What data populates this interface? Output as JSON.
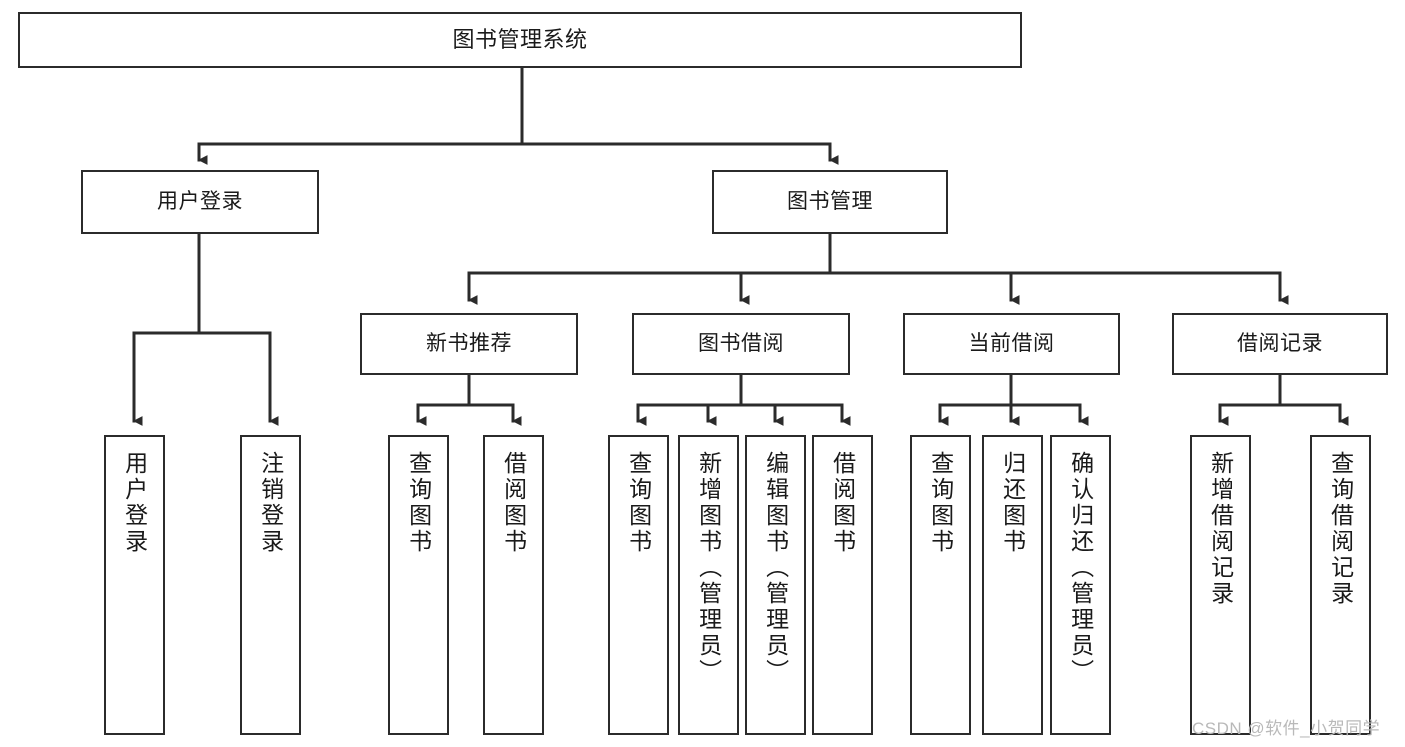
{
  "diagram": {
    "title": "图书管理系统",
    "type": "tree-hierarchy-chart",
    "watermark": "CSDN @软件_小贺同学",
    "style": {
      "stroke": "#2b2b2b",
      "fill": "#ffffff",
      "background": "#ffffff",
      "watermark_color": "#b9b9b9"
    },
    "nodes": {
      "root": {
        "label": "图书管理系统"
      },
      "level2": [
        {
          "id": "user-login",
          "label": "用户登录"
        },
        {
          "id": "book-manage",
          "label": "图书管理"
        }
      ],
      "level3": [
        {
          "id": "new-book-rec",
          "label": "新书推荐"
        },
        {
          "id": "book-borrow",
          "label": "图书借阅"
        },
        {
          "id": "current-borrow",
          "label": "当前借阅"
        },
        {
          "id": "borrow-record",
          "label": "借阅记录"
        }
      ],
      "leaves": [
        {
          "id": "leaf-user-login",
          "label": "用户登录",
          "parent": "user-login"
        },
        {
          "id": "leaf-user-logout",
          "label": "注销登录",
          "parent": "user-login"
        },
        {
          "id": "leaf-query-book-1",
          "label": "查询图书",
          "parent": "new-book-rec"
        },
        {
          "id": "leaf-borrow-book-1",
          "label": "借阅图书",
          "parent": "new-book-rec"
        },
        {
          "id": "leaf-query-book-2",
          "label": "查询图书",
          "parent": "book-borrow"
        },
        {
          "id": "leaf-add-book",
          "label": "新增图书（管理员）",
          "parent": "book-borrow"
        },
        {
          "id": "leaf-edit-book",
          "label": "编辑图书（管理员）",
          "parent": "book-borrow"
        },
        {
          "id": "leaf-borrow-book-2",
          "label": "借阅图书",
          "parent": "book-borrow"
        },
        {
          "id": "leaf-query-book-3",
          "label": "查询图书",
          "parent": "current-borrow"
        },
        {
          "id": "leaf-return-book",
          "label": "归还图书",
          "parent": "current-borrow"
        },
        {
          "id": "leaf-confirm-return",
          "label": "确认归还（管理员）",
          "parent": "current-borrow"
        },
        {
          "id": "leaf-add-record",
          "label": "新增借阅记录",
          "parent": "borrow-record"
        },
        {
          "id": "leaf-query-record",
          "label": "查询借阅记录",
          "parent": "borrow-record"
        }
      ]
    }
  }
}
